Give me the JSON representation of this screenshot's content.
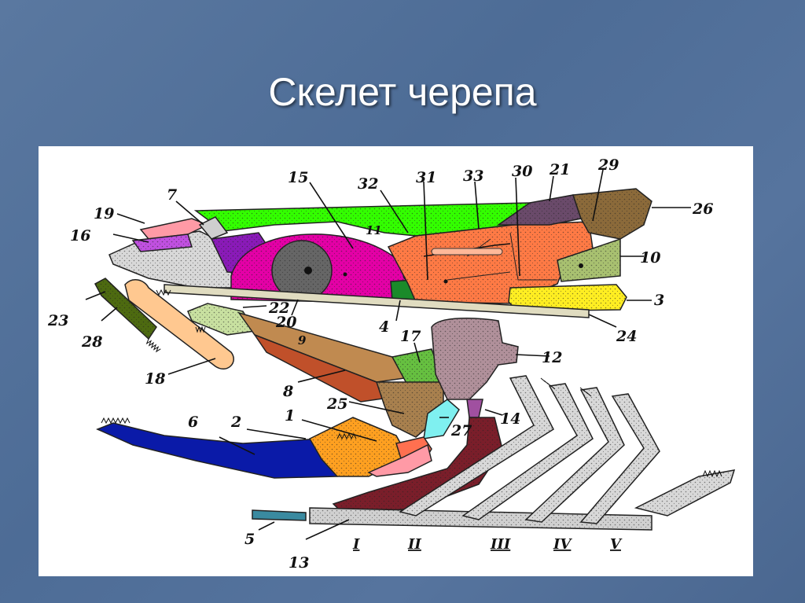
{
  "title": "Скелет черепа",
  "labels": [
    "1",
    "2",
    "3",
    "4",
    "5",
    "6",
    "7",
    "8",
    "9",
    "10",
    "11",
    "12",
    "13",
    "14",
    "15",
    "16",
    "17",
    "18",
    "19",
    "20",
    "21",
    "22",
    "23",
    "24",
    "25",
    "26",
    "27",
    "28",
    "29",
    "30",
    "31",
    "32",
    "33"
  ],
  "roman": [
    "I",
    "II",
    "III",
    "IV",
    "V"
  ],
  "colors": {
    "background": "#5272a0",
    "panel": "#ffffff",
    "roof_green": "#33ff00",
    "orbit_magenta": "#e400a6",
    "eye_gray": "#666666",
    "orange": "#ff7a45",
    "yellow": "#ffee22",
    "brown": "#8b6a3a",
    "jaw_blue": "#0a1aa8",
    "jaw_orange": "#ffa020",
    "maroon": "#7a1e2a",
    "tan": "#c08a50",
    "mauve": "#b0909a",
    "olive": "#4d6a10",
    "peach": "#ffc890",
    "light_olive": "#a8c070",
    "light_gray": "#d8d8d8",
    "violet": "#c050e0",
    "purple": "#8a1ab8",
    "pink": "#ff9aa6",
    "teal": "#3a8aa0",
    "cyan": "#7ff0f0",
    "dark_brown": "#6a4a6a"
  }
}
